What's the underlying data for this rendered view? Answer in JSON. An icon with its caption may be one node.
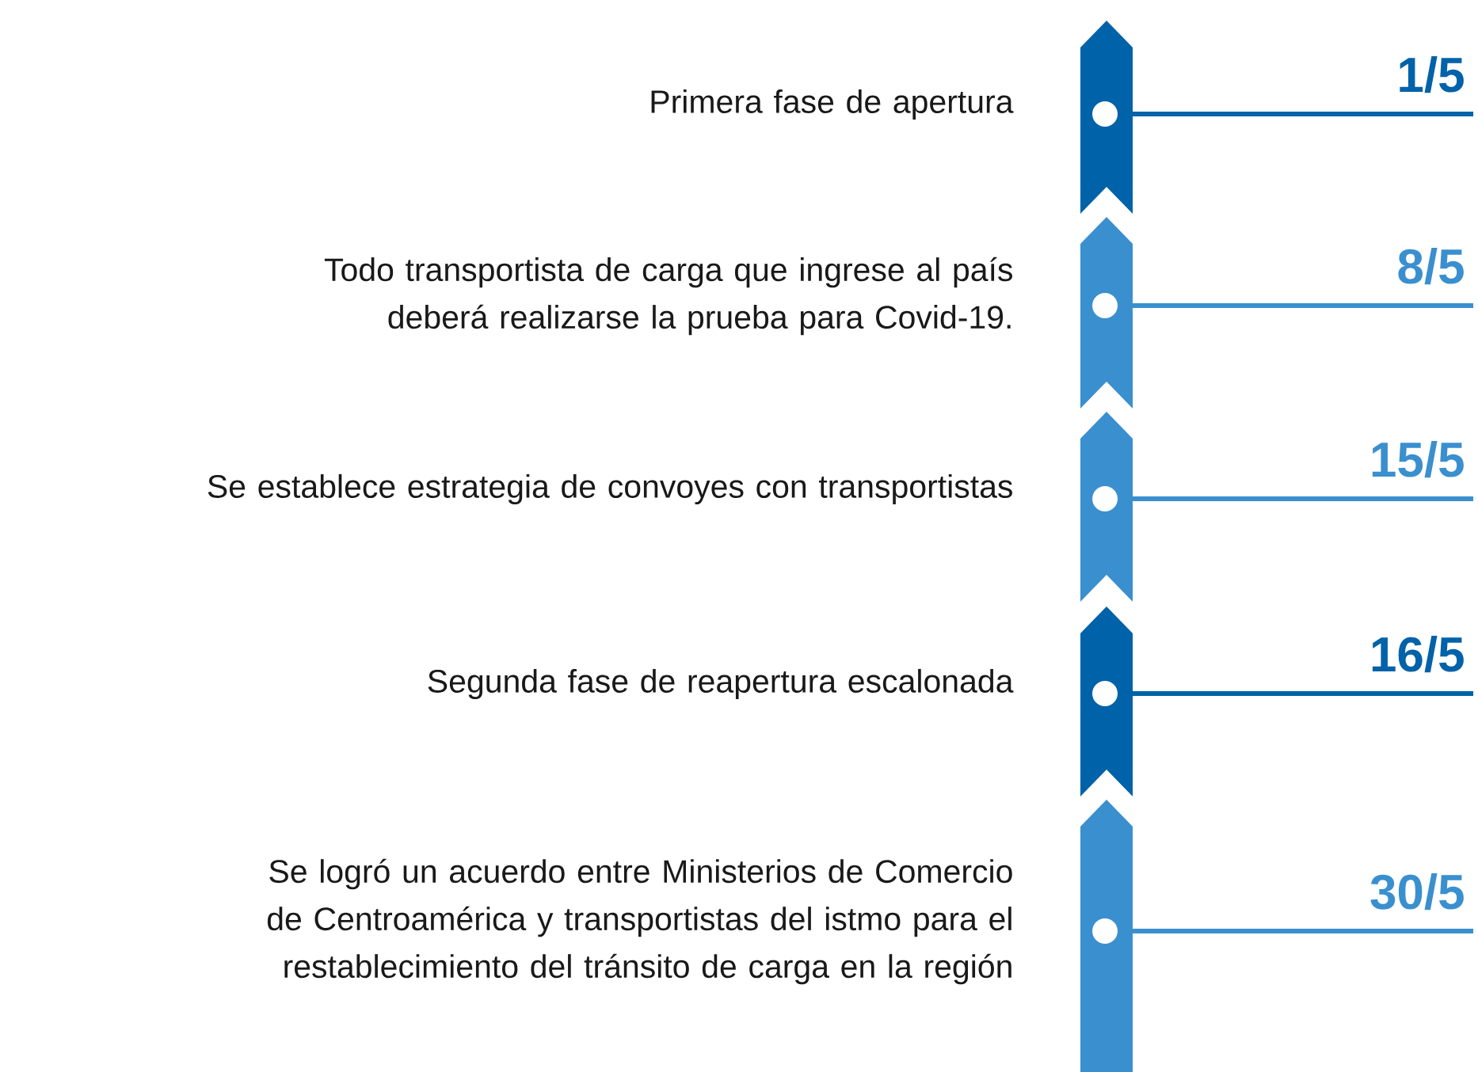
{
  "diagram": {
    "nodes": [
      {
        "text": [],
        "shape": "chevron",
        "beside": [
          "Primera fase de apertura"
        ]
      },
      {
        "text": [],
        "shape": "chevron",
        "beside": [
          "Todo transportista de carga que ingrese al país deberá realizarse la prueba para Covid-19."
        ]
      },
      {
        "text": [],
        "shape": "chevron",
        "beside": [
          "Se establece estrategia de convoyes con transportistas"
        ]
      },
      {
        "text": [],
        "shape": "chevron",
        "beside": [
          "Segunda fase de reapertura escalonada"
        ]
      },
      {
        "text": [],
        "shape": "chevron",
        "beside": [
          "Se logró un acuerdo entre Ministerios de Comercio de Centroamérica y transportistas del istmo para el restablecimiento del tránsito de carga en la región"
        ]
      }
    ],
    "labels": [
      "1/5",
      "8/5",
      "15/5",
      "16/5",
      "30/5"
    ]
  }
}
